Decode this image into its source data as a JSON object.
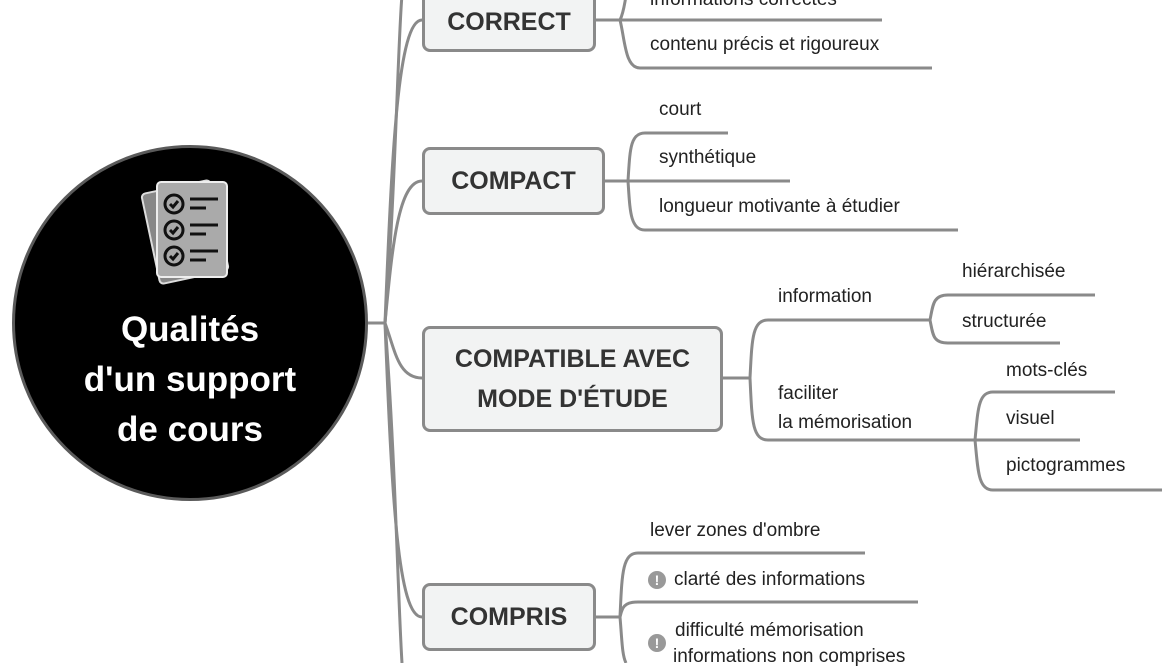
{
  "central": {
    "title_lines": [
      "Qualités",
      "d'un support",
      "de cours"
    ],
    "icon": "checklist-icon"
  },
  "branches": {
    "correct": {
      "label": "CORRECT",
      "items": [
        "informations correctes",
        "contenu précis et rigoureux"
      ]
    },
    "compact": {
      "label": "COMPACT",
      "items": [
        "court",
        "synthétique",
        "longueur motivante à étudier"
      ]
    },
    "compatible": {
      "label_lines": [
        "COMPATIBLE AVEC",
        "MODE D'ÉTUDE"
      ],
      "information": {
        "label": "information",
        "items": [
          "hiérarchisée",
          "structurée"
        ]
      },
      "faciliter": {
        "label_lines": [
          "faciliter",
          "la mémorisation"
        ],
        "items": [
          "mots-clés",
          "visuel",
          "pictogrammes"
        ]
      }
    },
    "compris": {
      "label": "COMPRIS",
      "items": [
        "lever zones d'ombre",
        "clarté des informations"
      ],
      "item3_lines": [
        "difficulté mémorisation",
        "informations non comprises"
      ],
      "warn_icon": "!"
    }
  },
  "colors": {
    "line": "#8a8a8a",
    "node_bg": "#f2f3f3",
    "central_bg": "#000000"
  }
}
